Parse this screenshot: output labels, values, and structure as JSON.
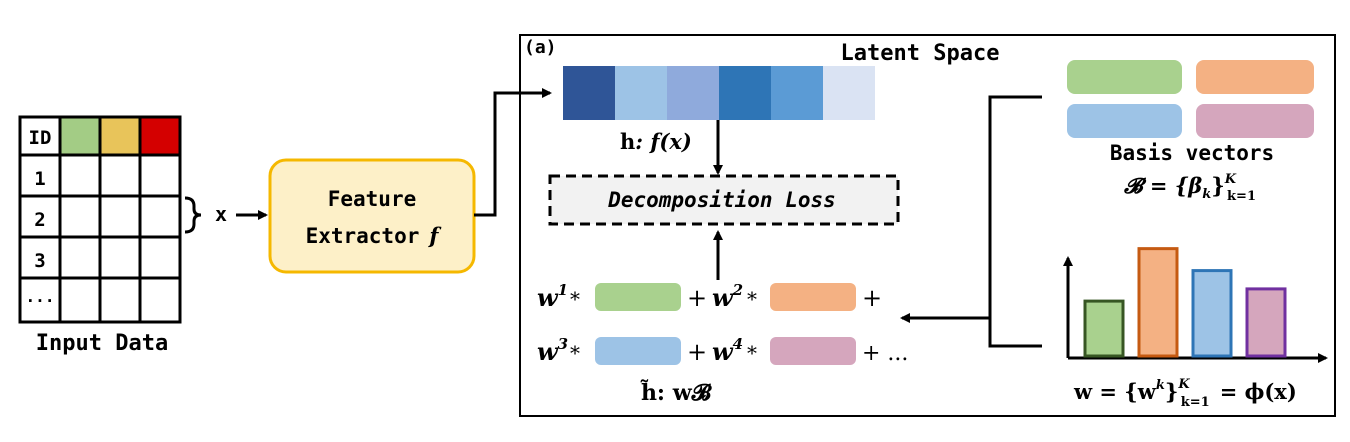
{
  "input": {
    "id_label": "ID",
    "rows": [
      "1",
      "2",
      "3",
      "..."
    ],
    "column_colors": [
      "#a3cc85",
      "#e8c45a",
      "#d40000"
    ],
    "caption": "Input Data",
    "arrow_label": "x"
  },
  "extractor": {
    "line1": "Feature",
    "line2": "Extractor",
    "symbol": "f",
    "fill": "#fdf0c8",
    "stroke": "#f5b800"
  },
  "panel": {
    "tag": "(a)",
    "title": "Latent Space"
  },
  "latent_colors": [
    "#2f5597",
    "#9dc3e6",
    "#8faadc",
    "#2e75b6",
    "#5b9bd5",
    "#dae3f3"
  ],
  "h_label": {
    "bold": "h",
    "rest": ": f(x)"
  },
  "loss_label": "Decomposition Loss",
  "basis": {
    "colors": [
      "#a9d18e",
      "#f4b183",
      "#9dc3e6",
      "#d5a6bd"
    ],
    "caption": "Basis vectors",
    "formula": "𝓑 = {β",
    "formula_sub": "k",
    "formula_brace": "}",
    "formula_sup": "K",
    "formula_lower": "k=1"
  },
  "combination": {
    "row1": [
      "w",
      "1",
      "*",
      "+",
      "w",
      "2",
      "*",
      "+"
    ],
    "row2": [
      "w",
      "3",
      "*",
      "+",
      "w",
      "4",
      "*",
      "+ ..."
    ],
    "bar_colors": [
      "#a9d18e",
      "#f4b183",
      "#9dc3e6",
      "#d5a6bd"
    ],
    "caption": "h̃: w𝓑"
  },
  "weights": {
    "bars": [
      {
        "value": 0.45,
        "fill": "#a9d18e",
        "stroke": "#375623"
      },
      {
        "value": 0.88,
        "fill": "#f4b183",
        "stroke": "#c55a11"
      },
      {
        "value": 0.7,
        "fill": "#9dc3e6",
        "stroke": "#2e75b6"
      },
      {
        "value": 0.55,
        "fill": "#d5a6bd",
        "stroke": "#7030a0"
      }
    ],
    "formula_left": "w = {w",
    "formula_sup_k": "k",
    "formula_right": "}",
    "formula_sup_K": "K",
    "formula_sub": "k=1",
    "formula_end": "= ϕ(x)"
  }
}
